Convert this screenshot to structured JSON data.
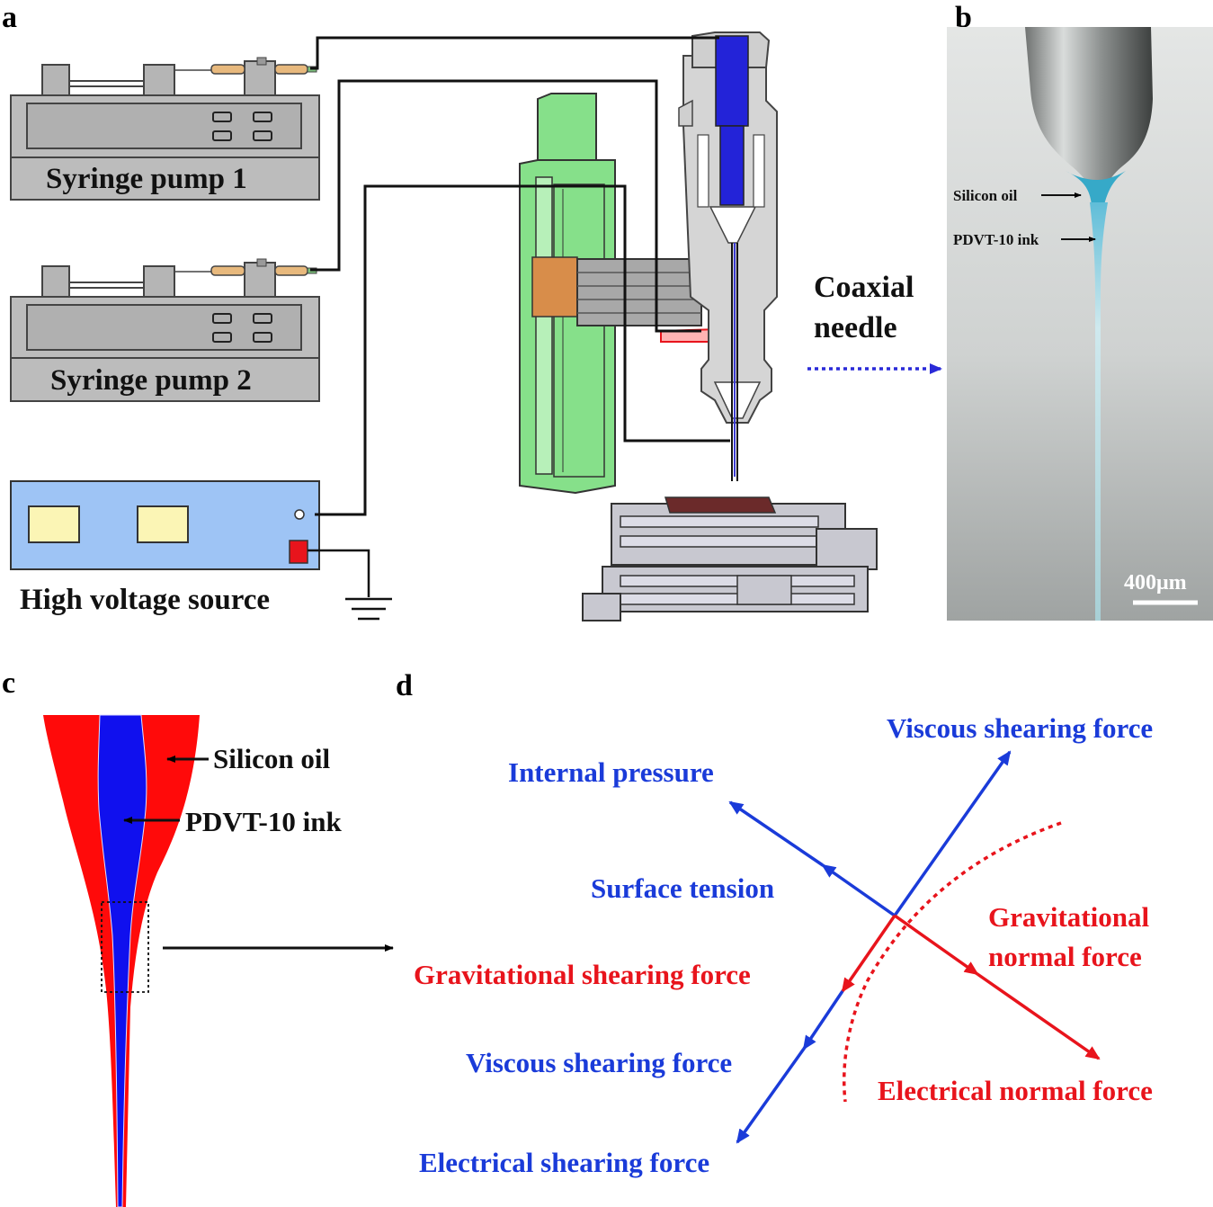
{
  "panels": {
    "a": "a",
    "b": "b",
    "c": "c",
    "d": "d"
  },
  "panel_a": {
    "pump1": "Syringe pump 1",
    "pump2": "Syringe pump 2",
    "hv": "High voltage source",
    "needle_l1": "Coaxial",
    "needle_l2": "needle"
  },
  "panel_b": {
    "oil": "Silicon oil",
    "ink": "PDVT-10 ink",
    "scale": "400μm"
  },
  "panel_c": {
    "oil": "Silicon oil",
    "ink": "PDVT-10 ink"
  },
  "panel_d": {
    "viscous_up": "Viscous shearing force",
    "internal_pressure": "Internal pressure",
    "surface_tension": "Surface tension",
    "grav_normal_1": "Gravitational",
    "grav_normal_2": "normal force",
    "grav_shear": "Gravitational shearing force",
    "viscous_down": "Viscous shearing force",
    "elec_normal": "Electrical normal force",
    "elec_shear": "Electrical shearing force"
  },
  "colors": {
    "blue_force": "#1a3bd9",
    "red_force": "#e8141c",
    "oil_red": "#ff0a0a",
    "ink_blue": "#1010ee",
    "green_frame": "#86e08a",
    "pump_gray": "#b9b9b9",
    "hv_blue": "#9ec4f5"
  }
}
